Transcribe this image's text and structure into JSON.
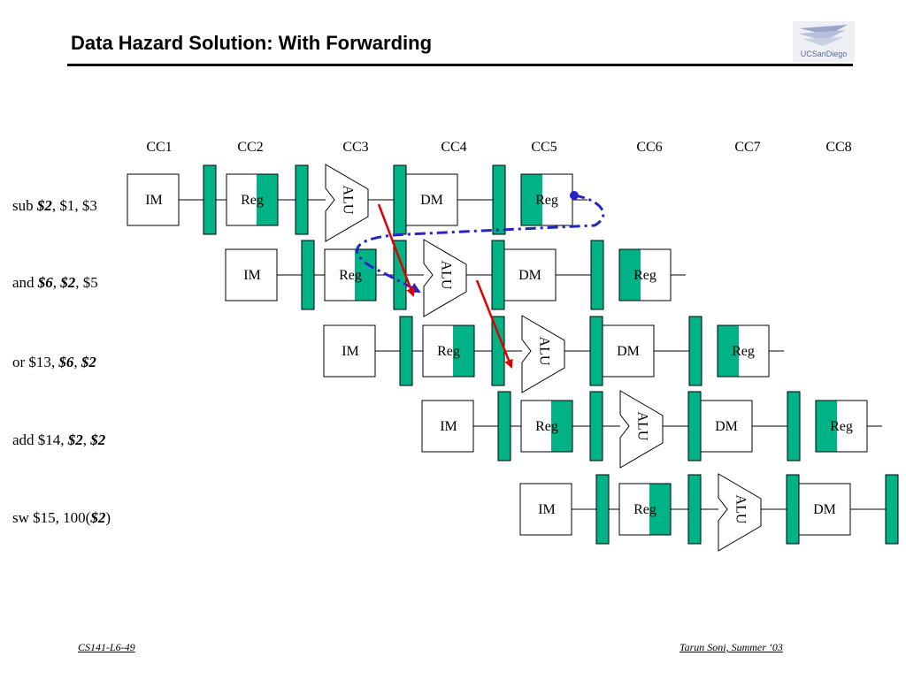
{
  "slide": {
    "title": "Data Hazard Solution: With Forwarding",
    "footer_left": "CS141-L6-49",
    "footer_right": "Tarun Soni, Summer ‘03",
    "logo_text": "UCSanDiego"
  },
  "clock_cycles": [
    "CC1",
    "CC2",
    "CC3",
    "CC4",
    "CC5",
    "CC6",
    "CC7",
    "CC8"
  ],
  "stage_labels": {
    "im": "IM",
    "reg": "Reg",
    "alu": "ALU",
    "dm": "DM"
  },
  "instructions": [
    {
      "parts": [
        {
          "t": "sub ",
          "bi": false
        },
        {
          "t": "$2",
          "bi": true
        },
        {
          "t": ", $1, $3",
          "bi": false
        }
      ]
    },
    {
      "parts": [
        {
          "t": "and ",
          "bi": false
        },
        {
          "t": "$6",
          "bi": true
        },
        {
          "t": ", ",
          "bi": false
        },
        {
          "t": "$2",
          "bi": true
        },
        {
          "t": ", $5",
          "bi": false
        }
      ]
    },
    {
      "parts": [
        {
          "t": "or $13, ",
          "bi": false
        },
        {
          "t": "$6",
          "bi": true
        },
        {
          "t": ", ",
          "bi": false
        },
        {
          "t": "$2",
          "bi": true
        }
      ]
    },
    {
      "parts": [
        {
          "t": "add $14, ",
          "bi": false
        },
        {
          "t": "$2",
          "bi": true
        },
        {
          "t": ", ",
          "bi": false
        },
        {
          "t": "$2",
          "bi": true
        }
      ]
    },
    {
      "parts": [
        {
          "t": "sw $15, 100(",
          "bi": false
        },
        {
          "t": "$2",
          "bi": true
        },
        {
          "t": ")",
          "bi": false
        }
      ]
    }
  ],
  "colors": {
    "register_fill": "#00b386",
    "forward_arrow": "#e00000",
    "dashed_path": "#2424c8",
    "stroke": "#000000"
  }
}
